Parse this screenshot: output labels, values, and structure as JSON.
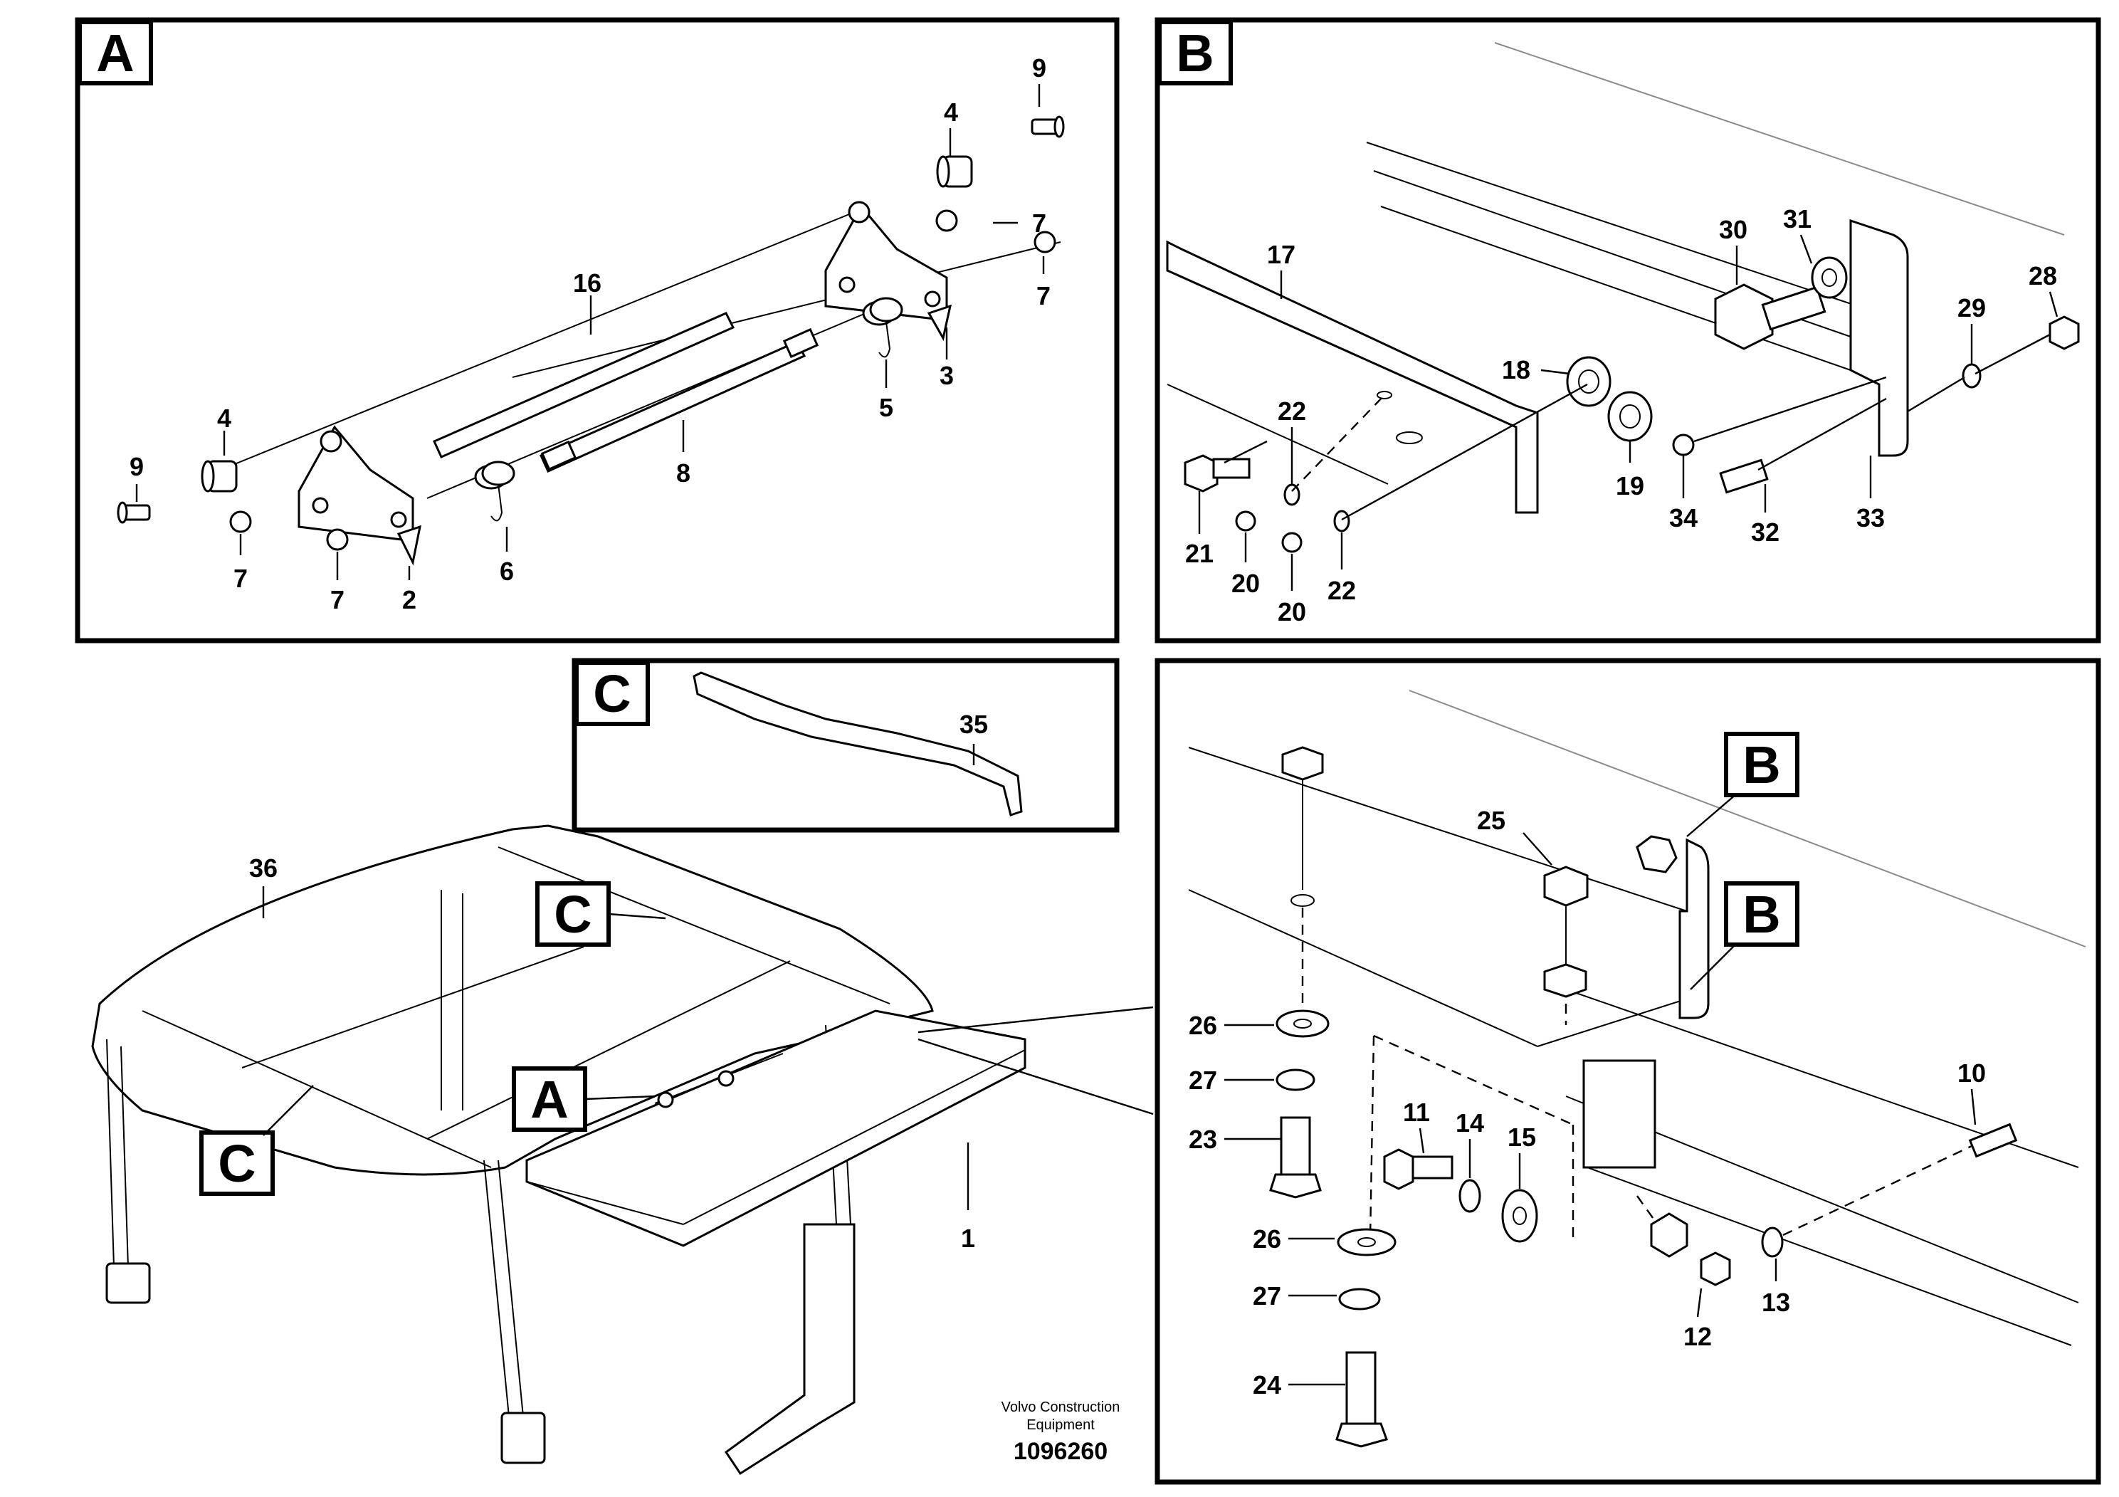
{
  "panels": {
    "A": {
      "tag": "A",
      "callouts": [
        "16",
        "4",
        "9",
        "7",
        "7",
        "3",
        "5",
        "8",
        "4",
        "9",
        "7",
        "7",
        "2",
        "6"
      ]
    },
    "B": {
      "tag": "B",
      "callouts": [
        "17",
        "30",
        "31",
        "28",
        "29",
        "18",
        "22",
        "19",
        "34",
        "32",
        "33",
        "21",
        "20",
        "20",
        "22"
      ]
    },
    "C": {
      "tag": "C",
      "callouts": [
        "35"
      ]
    },
    "D": {
      "tags": [
        "B",
        "B"
      ],
      "callouts": [
        "25",
        "26",
        "27",
        "23",
        "11",
        "14",
        "15",
        "26",
        "27",
        "24",
        "10",
        "12",
        "13"
      ]
    }
  },
  "overview": {
    "callouts": [
      "36",
      "1"
    ],
    "tags": [
      "C",
      "A",
      "C"
    ]
  },
  "footer": {
    "company_line1": "Volvo Construction",
    "company_line2": "Equipment",
    "drawing_number": "1096260"
  }
}
